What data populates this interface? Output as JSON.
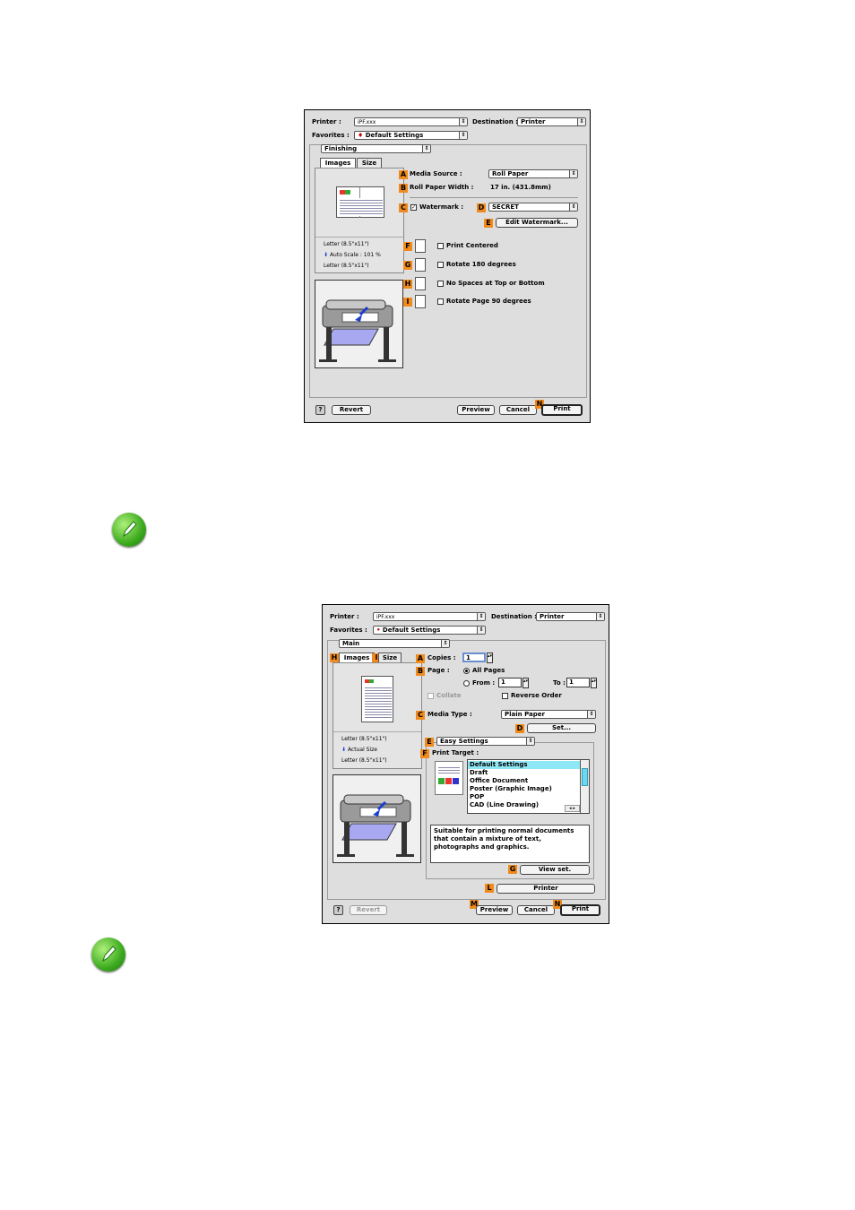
{
  "dialog1": {
    "printer_label": "Printer :",
    "printer_value": "iPF.xxx",
    "destination_label": "Destination :",
    "destination_value": "Printer",
    "favorites_label": "Favorites :",
    "favorites_value": "Default Settings",
    "panel_menu": "Finishing",
    "tabs": [
      "Images",
      "Size"
    ],
    "preview_lines": [
      "Letter (8.5\"x11\")",
      "Auto Scale : 101 %",
      "Letter (8.5\"x11\")"
    ],
    "media_source_label": "Media Source :",
    "media_source_value": "Roll Paper",
    "roll_width_label": "Roll Paper Width :",
    "roll_width_value": "17 in. (431.8mm)",
    "watermark_label": "Watermark :",
    "watermark_value": "SECRET",
    "edit_watermark": "Edit Watermark...",
    "options": [
      "Print Centered",
      "Rotate 180 degrees",
      "No Spaces at Top or Bottom",
      "Rotate Page 90 degrees"
    ],
    "badges": [
      "A",
      "B",
      "C",
      "D",
      "E",
      "F",
      "G",
      "H",
      "I",
      "N"
    ],
    "help": "?",
    "revert": "Revert",
    "preview": "Preview",
    "cancel": "Cancel",
    "print": "Print"
  },
  "dialog2": {
    "printer_label": "Printer :",
    "printer_value": "iPF.xxx",
    "destination_label": "Destination :",
    "destination_value": "Printer",
    "favorites_label": "Favorites :",
    "favorites_value": "Default Settings",
    "panel_menu": "Main",
    "tabs": [
      "Images",
      "Size"
    ],
    "preview_lines": [
      "Letter (8.5\"x11\")",
      "Actual Size",
      "Letter (8.5\"x11\")"
    ],
    "copies_label": "Copies :",
    "copies_value": "1",
    "page_label": "Page :",
    "all_pages": "All Pages",
    "from_label": "From :",
    "from_value": "1",
    "to_label": "To :",
    "to_value": "1",
    "collate": "Collate",
    "reverse_order": "Reverse Order",
    "media_type_label": "Media Type :",
    "media_type_value": "Plain Paper",
    "set_button": "Set...",
    "easy_settings": "Easy Settings",
    "print_target_label": "Print Target :",
    "print_targets": [
      "Default Settings",
      "Draft",
      "Office Document",
      "Poster (Graphic Image)",
      "POP",
      "CAD (Line Drawing)"
    ],
    "description": "Suitable for printing normal documents that contain a mixture of text, photographs and graphics.",
    "view_set": "View set.",
    "printer_button": "Printer",
    "badges": [
      "A",
      "B",
      "C",
      "D",
      "E",
      "F",
      "G",
      "H",
      "I",
      "L",
      "M",
      "N"
    ],
    "help": "?",
    "revert": "Revert",
    "preview": "Preview",
    "cancel": "Cancel",
    "print": "Print"
  }
}
